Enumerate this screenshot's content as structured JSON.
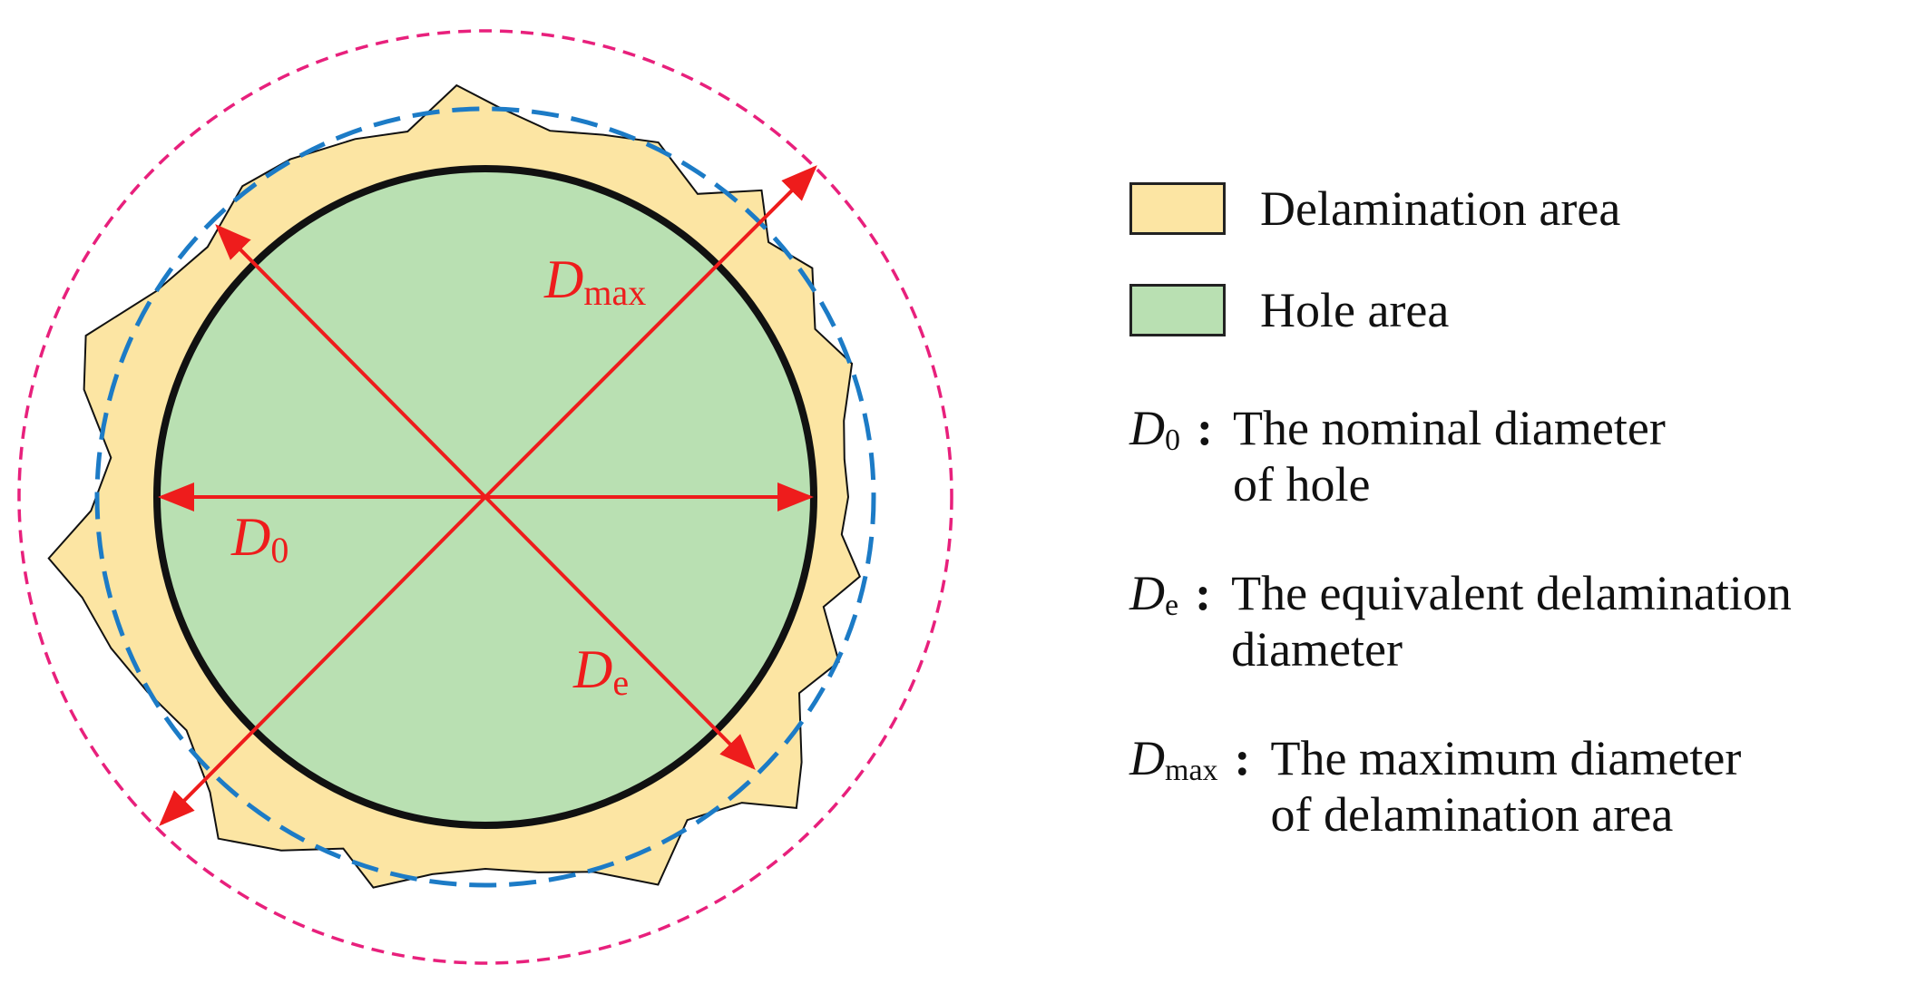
{
  "colors": {
    "delamination_fill": "#fce5a3",
    "hole_fill": "#b9e0b2",
    "hole_outline": "#111111",
    "equivalent_circle": "#1c7bc6",
    "max_circle": "#e8207c",
    "arrows": "#ee1c1c"
  },
  "labels": {
    "d0": {
      "symbol": "D",
      "sub": "0"
    },
    "de": {
      "symbol": "D",
      "sub": "e"
    },
    "dmax": {
      "symbol": "D",
      "sub": "max"
    }
  },
  "legend": {
    "delamination": "Delamination area",
    "hole": "Hole area",
    "definitions": [
      {
        "symbol": "D",
        "sub": "0",
        "colon": ":",
        "line1": "The nominal diameter",
        "line2": "of hole"
      },
      {
        "symbol": "D",
        "sub": "e",
        "colon": ":",
        "line1": "The equivalent delamination",
        "line2": "diameter"
      },
      {
        "symbol": "D",
        "sub": "max",
        "colon": ":",
        "line1": "The maximum diameter",
        "line2": "of delamination area"
      }
    ]
  }
}
